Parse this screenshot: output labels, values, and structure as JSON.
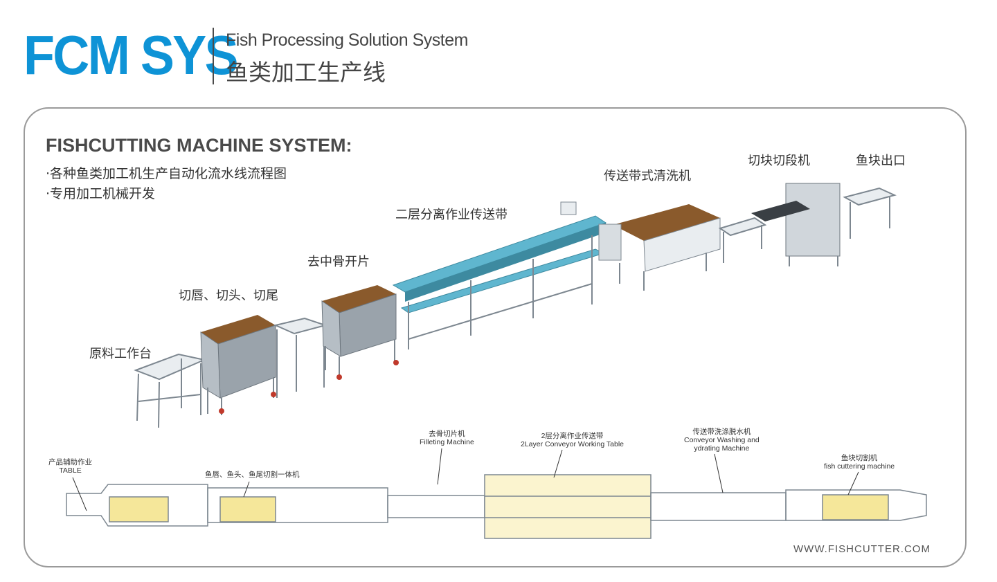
{
  "header": {
    "logo": "FCM SYS",
    "subtitle_en": "Fish Processing Solution System",
    "subtitle_cn": "鱼类加工生产线"
  },
  "section": {
    "title": "FISHCUTTING MACHINE SYSTEM:",
    "bullets": [
      "·各种鱼类加工机生产自动化流水线流程图",
      "·专用加工机械开发"
    ]
  },
  "machine_labels": {
    "raw_table": "原料工作台",
    "lip_head_tail": "切唇、切头、切尾",
    "filleting": "去中骨开片",
    "two_layer": "二层分离作业传送带",
    "washing": "传送带式清洗机",
    "cutting": "切块切段机",
    "outlet": "鱼块出口"
  },
  "plan_labels": {
    "aux_table": "产品辅助作业\nTABLE",
    "lip_head_tail_machine": "鱼唇、鱼头、鱼尾切割一体机",
    "filleting_machine": "去骨切片机\nFilleting Machine",
    "two_layer_table": "2层分离作业传送带\n2Layer Conveyor Working Table",
    "washing_machine": "传送带洗涤脱水机\nConveyor Washing and\nydrating Machine",
    "cutting_machine": "鱼块切割机\nfish cuttering machine"
  },
  "footer": {
    "website": "WWW.FISHCUTTER.COM"
  },
  "colors": {
    "brand_blue": "#0e93d6",
    "conveyor_blue": "#5fb6cf",
    "frame_steel": "#a9b2bb",
    "machine_brown": "#8a5a2c",
    "plan_yellow": "#f5e79a"
  }
}
